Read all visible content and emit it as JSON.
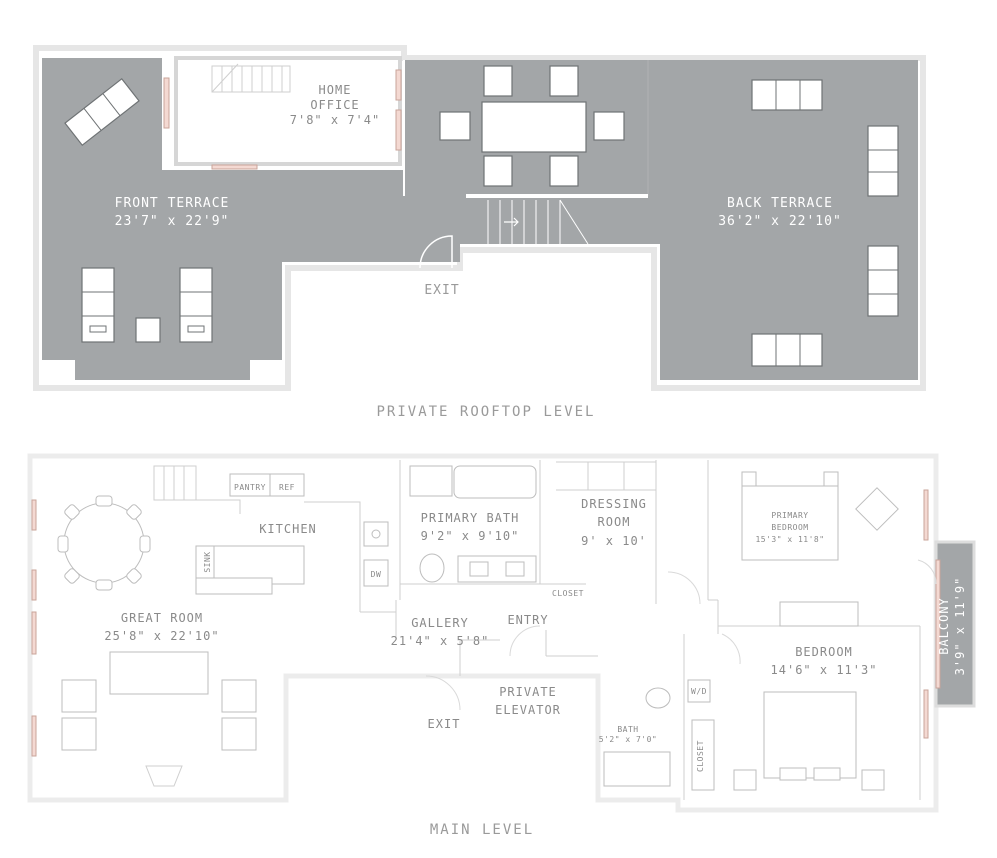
{
  "rooftop": {
    "caption": "PRIVATE ROOFTOP LEVEL",
    "front_terrace": {
      "name": "FRONT TERRACE",
      "dims": "23'7\" x 22'9\""
    },
    "home_office": {
      "name": "HOME",
      "name2": "OFFICE",
      "dims": "7'8\" x 7'4\""
    },
    "back_terrace": {
      "name": "BACK TERRACE",
      "dims": "36'2\" x 22'10\""
    },
    "exit": "EXIT",
    "terrace_color": "#a3a6a8"
  },
  "main": {
    "caption": "MAIN LEVEL",
    "great_room": {
      "name": "GREAT ROOM",
      "dims": "25'8\" x 22'10\""
    },
    "kitchen": {
      "name": "KITCHEN",
      "pantry": "PANTRY",
      "ref": "REF",
      "dw": "DW",
      "sink_label": "SINK"
    },
    "primary_bath": {
      "name": "PRIMARY BATH",
      "dims": "9'2\" x 9'10\""
    },
    "dressing_room": {
      "name": "DRESSING",
      "name2": "ROOM",
      "dims": "9' x 10'"
    },
    "primary_bedroom": {
      "name": "PRIMARY",
      "name2": "BEDROOM",
      "dims": "15'3\" x 11'8\""
    },
    "balcony": {
      "name": "BALCONY",
      "dims": "3'9\" x 11'9\""
    },
    "gallery": {
      "name": "GALLERY",
      "dims": "21'4\" x 5'8\""
    },
    "entry": "ENTRY",
    "closet": "CLOSET",
    "closet2": "CLOSET",
    "bedroom": {
      "name": "BEDROOM",
      "dims": "14'6\" x 11'3\""
    },
    "private_elevator": {
      "name": "PRIVATE",
      "name2": "ELEVATOR"
    },
    "bath": {
      "name": "BATH",
      "dims": "5'2\" x 7'0\""
    },
    "wd": "W/D",
    "exit": "EXIT"
  }
}
